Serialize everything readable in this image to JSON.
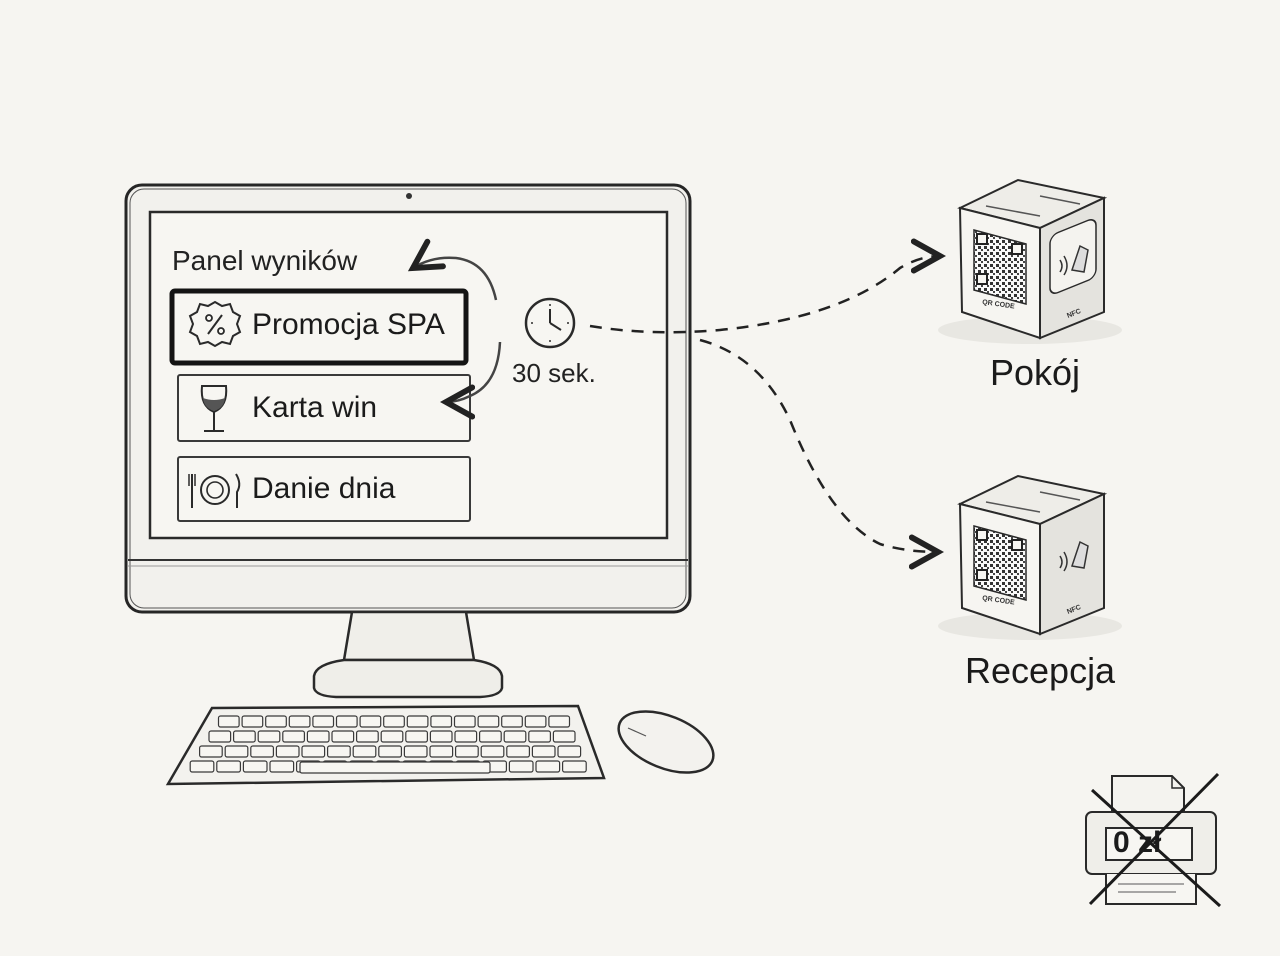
{
  "screen": {
    "panel_title": "Panel wyników",
    "menu_items": [
      {
        "label": "Promocja SPA",
        "icon": "percent-badge-icon",
        "selected": true
      },
      {
        "label": "Karta win",
        "icon": "wine-glass-icon",
        "selected": false
      },
      {
        "label": "Danie dnia",
        "icon": "plate-cutlery-icon",
        "selected": false
      }
    ],
    "rotation_interval": "30 sek.",
    "timer_icon": "clock-icon"
  },
  "destinations": [
    {
      "label": "Pokój",
      "qr_label": "QR CODE",
      "nfc_label": "NFC"
    },
    {
      "label": "Recepcja",
      "qr_label": "QR CODE",
      "nfc_label": "NFC"
    }
  ],
  "printing": {
    "cost": "0 zł",
    "icon": "crossed-out-printer-icon"
  }
}
